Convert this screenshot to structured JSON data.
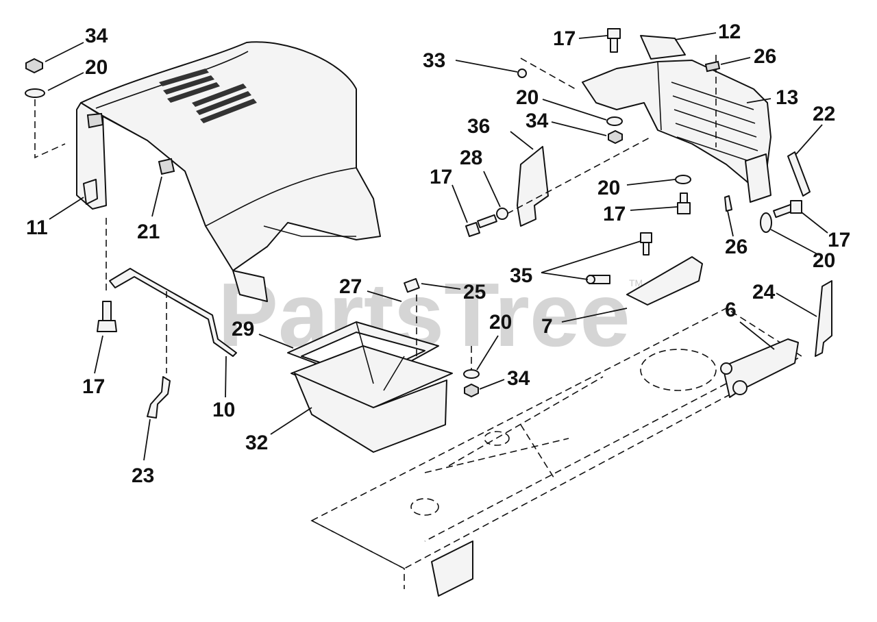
{
  "watermark": {
    "text": "PartsTree",
    "mark": "TM"
  },
  "callouts": [
    {
      "id": "c34a",
      "label": "34"
    },
    {
      "id": "c20a",
      "label": "20"
    },
    {
      "id": "c11",
      "label": "11"
    },
    {
      "id": "c21",
      "label": "21"
    },
    {
      "id": "c17a",
      "label": "17"
    },
    {
      "id": "c10",
      "label": "10"
    },
    {
      "id": "c23",
      "label": "23"
    },
    {
      "id": "c27",
      "label": "27"
    },
    {
      "id": "c25",
      "label": "25"
    },
    {
      "id": "c29",
      "label": "29"
    },
    {
      "id": "c32",
      "label": "32"
    },
    {
      "id": "c20b",
      "label": "20"
    },
    {
      "id": "c34b",
      "label": "34"
    },
    {
      "id": "c17b",
      "label": "17"
    },
    {
      "id": "c12",
      "label": "12"
    },
    {
      "id": "c33",
      "label": "33"
    },
    {
      "id": "c26a",
      "label": "26"
    },
    {
      "id": "c20c",
      "label": "20"
    },
    {
      "id": "c13",
      "label": "13"
    },
    {
      "id": "c34c",
      "label": "34"
    },
    {
      "id": "c36",
      "label": "36"
    },
    {
      "id": "c22",
      "label": "22"
    },
    {
      "id": "c17c",
      "label": "17"
    },
    {
      "id": "c28",
      "label": "28"
    },
    {
      "id": "c20d",
      "label": "20"
    },
    {
      "id": "c17d",
      "label": "17"
    },
    {
      "id": "c26b",
      "label": "26"
    },
    {
      "id": "c17e",
      "label": "17"
    },
    {
      "id": "c20e",
      "label": "20"
    },
    {
      "id": "c35",
      "label": "35"
    },
    {
      "id": "c24",
      "label": "24"
    },
    {
      "id": "c6",
      "label": "6"
    },
    {
      "id": "c7",
      "label": "7"
    }
  ]
}
